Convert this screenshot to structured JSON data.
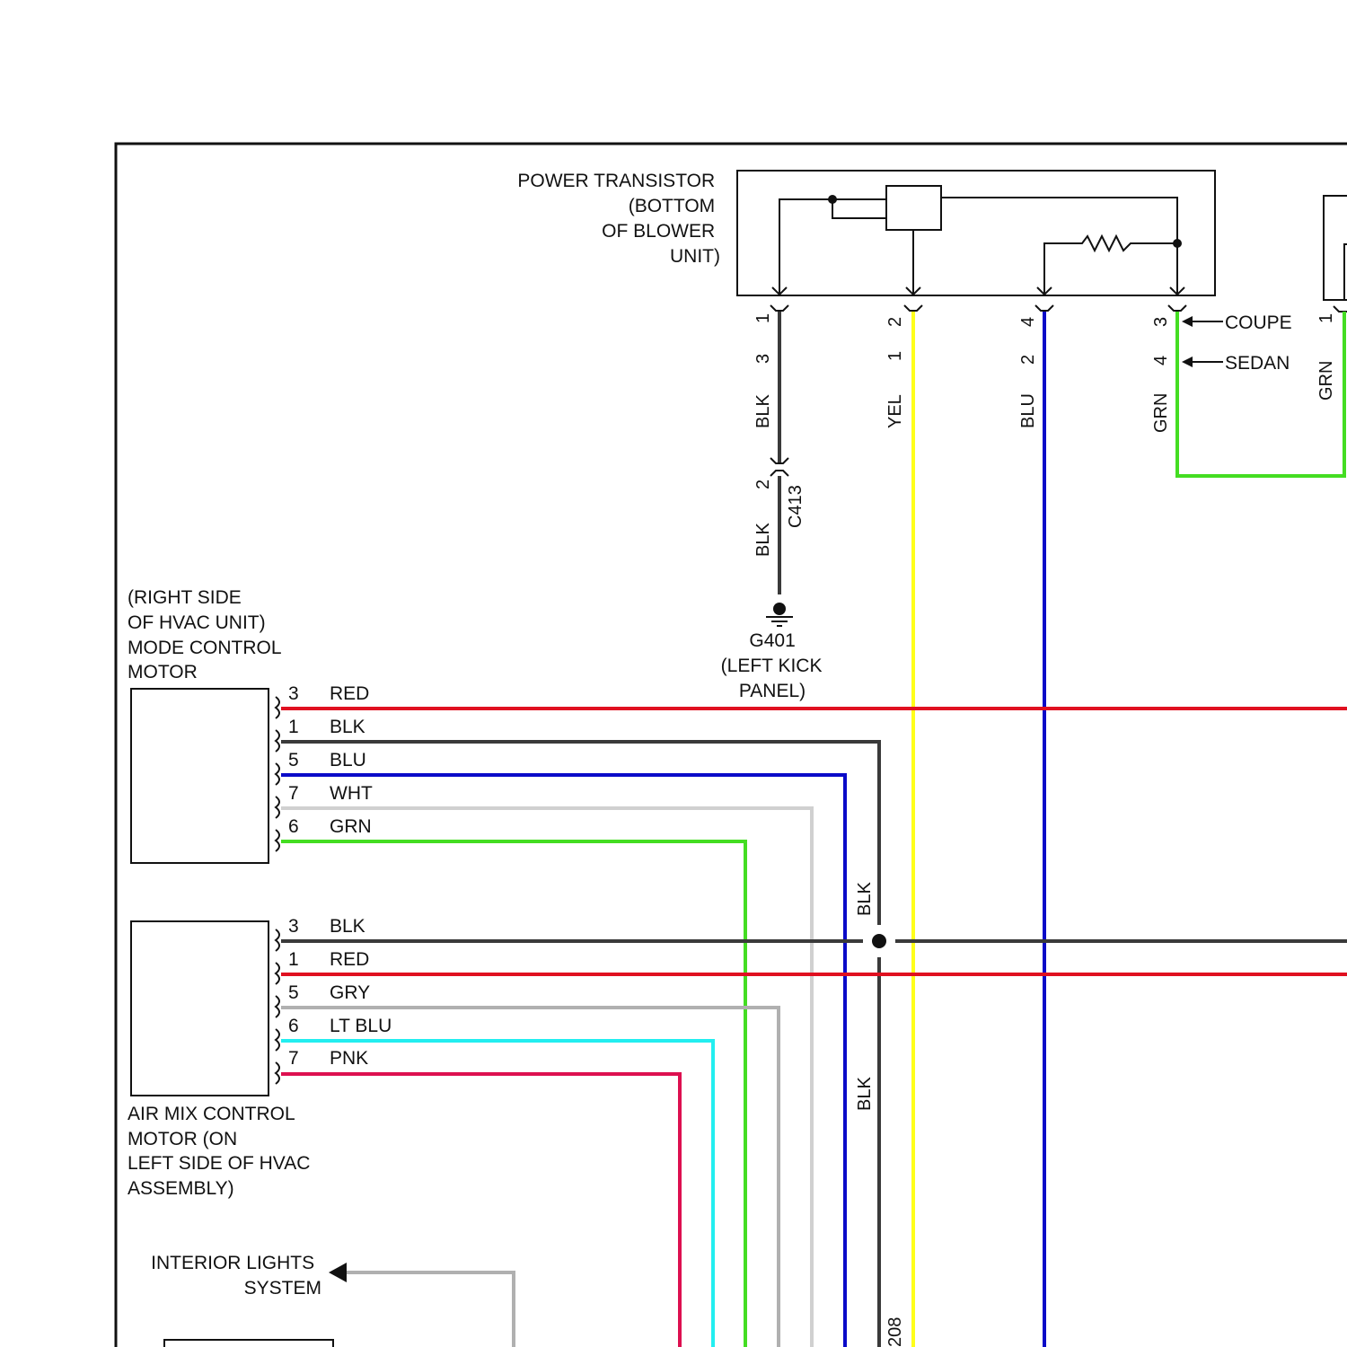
{
  "power_transistor": {
    "label_lines": [
      "POWER TRANSISTOR",
      "(BOTTOM",
      "OF BLOWER",
      "UNIT)"
    ],
    "pins": [
      {
        "pin": "1",
        "color_name": "BLK",
        "connector_pin": "3",
        "wire_color": "#3a3a3a"
      },
      {
        "pin": "2",
        "color_name": "YEL",
        "connector_pin": "1",
        "wire_color": "#ffff1a"
      },
      {
        "pin": "4",
        "color_name": "BLU",
        "connector_pin": "2",
        "wire_color": "#0a0ac8"
      },
      {
        "pin": "3",
        "color_name": "GRN",
        "connector_pin": "4",
        "wire_color": "#44dd22"
      }
    ],
    "variant_labels": {
      "coupe": "COUPE",
      "sedan": "SEDAN"
    }
  },
  "right_component": {
    "pin": "1",
    "color_name": "GRN"
  },
  "connector_c413": {
    "name": "C413",
    "pin": "2",
    "color_name": "BLK"
  },
  "ground": {
    "name": "G401",
    "location_lines": [
      "(LEFT KICK",
      "PANEL)"
    ]
  },
  "mode_motor": {
    "label_lines": [
      "(RIGHT SIDE",
      "OF HVAC UNIT)",
      "MODE CONTROL",
      "MOTOR"
    ],
    "pins": [
      {
        "pin": "3",
        "color_name": "RED",
        "wire_color": "#e01020"
      },
      {
        "pin": "1",
        "color_name": "BLK",
        "wire_color": "#3a3a3a"
      },
      {
        "pin": "5",
        "color_name": "BLU",
        "wire_color": "#0a0ac8"
      },
      {
        "pin": "7",
        "color_name": "WHT",
        "wire_color": "#d0d0d0"
      },
      {
        "pin": "6",
        "color_name": "GRN",
        "wire_color": "#44dd22"
      }
    ]
  },
  "airmix_motor": {
    "label_lines": [
      "AIR MIX CONTROL",
      "MOTOR (ON",
      "LEFT SIDE OF HVAC",
      "ASSEMBLY)"
    ],
    "pins": [
      {
        "pin": "3",
        "color_name": "BLK",
        "wire_color": "#3a3a3a"
      },
      {
        "pin": "1",
        "color_name": "RED",
        "wire_color": "#e01020"
      },
      {
        "pin": "5",
        "color_name": "GRY",
        "wire_color": "#b0b0b0"
      },
      {
        "pin": "6",
        "color_name": "LT BLU",
        "wire_color": "#22eef0"
      },
      {
        "pin": "7",
        "color_name": "PNK",
        "wire_color": "#dd1050"
      }
    ]
  },
  "ground_wire_labels": {
    "upper": "BLK",
    "lower": "BLK",
    "circuit": "208"
  },
  "interior_lights": {
    "label_lines": [
      "INTERIOR LIGHTS",
      "SYSTEM"
    ]
  }
}
